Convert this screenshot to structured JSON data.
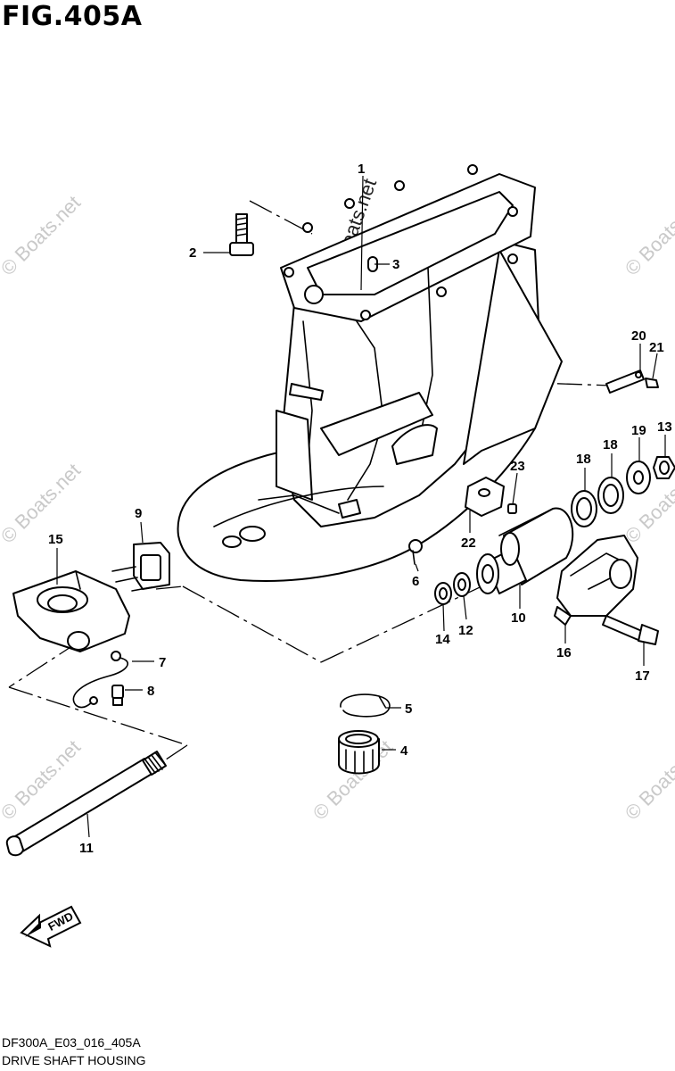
{
  "header": {
    "figure_title": "FIG.405A"
  },
  "footer": {
    "code": "DF300A_E03_016_405A",
    "name": "DRIVE SHAFT HOUSING"
  },
  "direction_badge": {
    "label": "FWD"
  },
  "watermark": {
    "text": "© Boats.net"
  },
  "callouts": [
    {
      "id": "1",
      "label": "1"
    },
    {
      "id": "2",
      "label": "2"
    },
    {
      "id": "3",
      "label": "3"
    },
    {
      "id": "4",
      "label": "4"
    },
    {
      "id": "5",
      "label": "5"
    },
    {
      "id": "6",
      "label": "6"
    },
    {
      "id": "7",
      "label": "7"
    },
    {
      "id": "8",
      "label": "8"
    },
    {
      "id": "9",
      "label": "9"
    },
    {
      "id": "10",
      "label": "10"
    },
    {
      "id": "11",
      "label": "11"
    },
    {
      "id": "12",
      "label": "12"
    },
    {
      "id": "13",
      "label": "13"
    },
    {
      "id": "14",
      "label": "14"
    },
    {
      "id": "15",
      "label": "15"
    },
    {
      "id": "16",
      "label": "16"
    },
    {
      "id": "17",
      "label": "17"
    },
    {
      "id": "18a",
      "label": "18"
    },
    {
      "id": "18b",
      "label": "18"
    },
    {
      "id": "19",
      "label": "19"
    },
    {
      "id": "20",
      "label": "20"
    },
    {
      "id": "21",
      "label": "21"
    },
    {
      "id": "22",
      "label": "22"
    },
    {
      "id": "23",
      "label": "23"
    }
  ]
}
